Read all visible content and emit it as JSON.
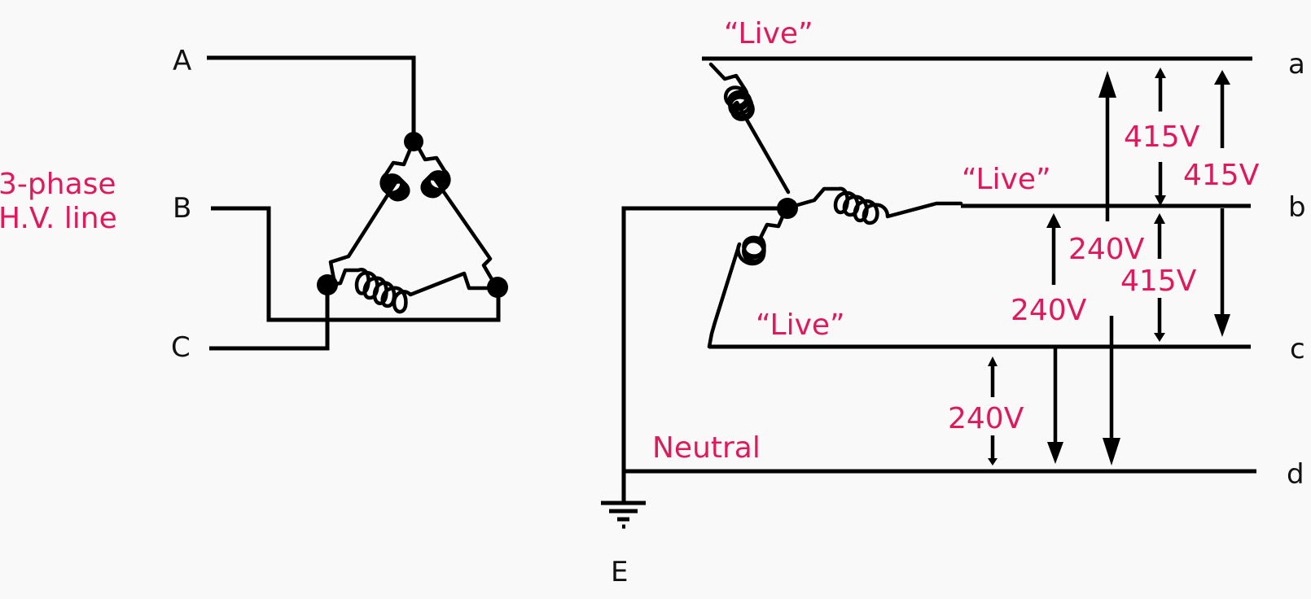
{
  "title": "Delta-Star transformer: 3-phase HV line to 4-wire LV supply",
  "colors": {
    "accent": "#e0195a",
    "wire": "#000000",
    "background": "#f9f9f9"
  },
  "primary": {
    "caption_line1": "3-phase",
    "caption_line2": "H.V. line",
    "terminals": [
      "A",
      "B",
      "C"
    ]
  },
  "secondary": {
    "lines": [
      "a",
      "b",
      "c",
      "d"
    ],
    "live_label": "“Live”",
    "neutral_label": "Neutral",
    "earth_label": "E"
  },
  "voltages": {
    "line_to_line": "415V",
    "line_to_neutral": "240V"
  }
}
